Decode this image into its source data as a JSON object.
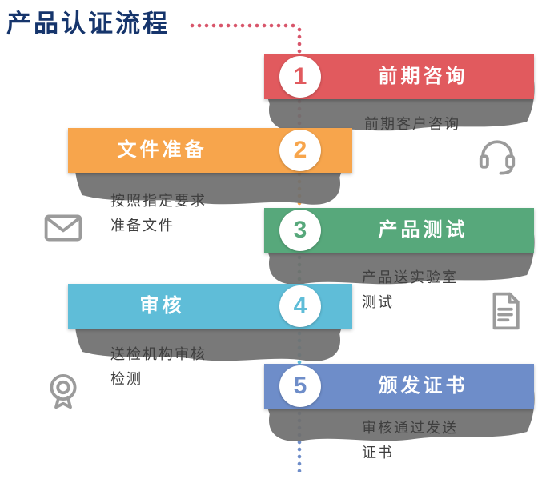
{
  "title": "产品认证流程",
  "accent_colors": {
    "step1": "#e15a5e",
    "step2": "#f7a54c",
    "step3": "#57a87b",
    "step4": "#5fbdd8",
    "step5": "#6e8dc9",
    "title": "#16356c",
    "shadow_gray": "#6f6f6f",
    "connector_red": "#d8566b"
  },
  "steps": [
    {
      "number": "1",
      "label": "前期咨询",
      "color": "#e15a5e",
      "desc_line1": "前期客户咨询",
      "desc_line2": "",
      "icon": "headset-icon"
    },
    {
      "number": "2",
      "label": "文件准备",
      "color": "#f7a54c",
      "desc_line1": "按照指定要求",
      "desc_line2": "准备文件",
      "icon": "envelope-icon"
    },
    {
      "number": "3",
      "label": "产品测试",
      "color": "#57a87b",
      "desc_line1": "产品送实验室",
      "desc_line2": "测试",
      "icon": "document-icon"
    },
    {
      "number": "4",
      "label": "审核",
      "color": "#5fbdd8",
      "desc_line1": "送检机构审核",
      "desc_line2": "检测",
      "icon": "seal-icon"
    },
    {
      "number": "5",
      "label": "颁发证书",
      "color": "#6e8dc9",
      "desc_line1": "审核通过发送",
      "desc_line2": "证书",
      "icon": ""
    }
  ]
}
